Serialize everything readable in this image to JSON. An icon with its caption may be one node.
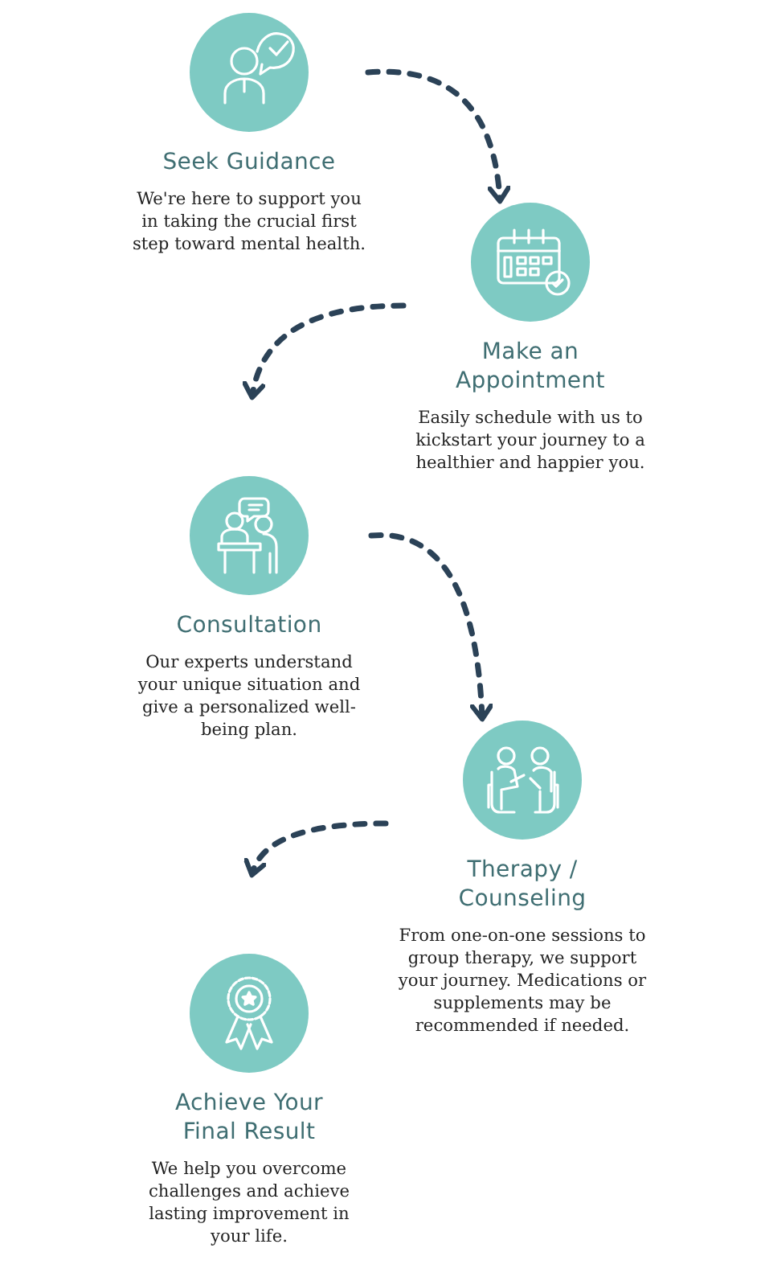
{
  "diagram": {
    "nodes": [
      {
        "text": [
          "Seek Guidance",
          "We're here to support you in taking the crucial first step toward mental health."
        ]
      },
      {
        "text": [
          "Make an Appointment",
          "Easily schedule with us to kickstart your journey to a healthier and happier you."
        ]
      },
      {
        "text": [
          "Consultation",
          "Our experts understand your unique situation and give a personalized well-being plan."
        ]
      },
      {
        "text": [
          "Therapy / Counseling",
          "From one-on-one sessions to group therapy, we support your journey. Medications or supplements may be recommended if needed."
        ]
      },
      {
        "text": [
          "Achieve Your Final Result",
          "We help you overcome challenges and achieve lasting improvement in your life."
        ]
      }
    ],
    "edges": [
      {
        "from": 0,
        "to": 1,
        "arrow": "to",
        "style": "dashed"
      },
      {
        "from": 1,
        "to": 2,
        "arrow": "to",
        "style": "dashed"
      },
      {
        "from": 2,
        "to": 3,
        "arrow": "to",
        "style": "dashed"
      },
      {
        "from": 3,
        "to": 4,
        "arrow": "to",
        "style": "dashed"
      }
    ]
  }
}
